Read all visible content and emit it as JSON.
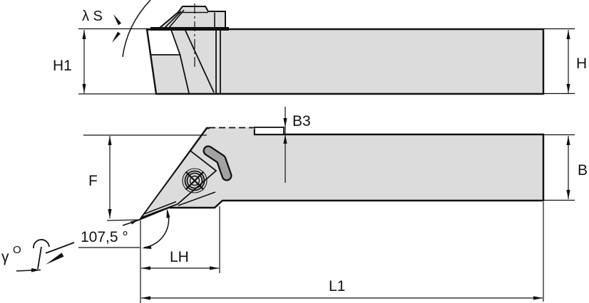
{
  "drawing": {
    "type": "technical-drawing-toolholder",
    "views": {
      "top_view": "shank and clamp seen from above",
      "front_view": "shank with V-insert, clamp and screw seen from side"
    },
    "dimensions": {
      "lambda_s": "λ S",
      "h1": "H1",
      "h": "H",
      "b3": "B3",
      "f": "F",
      "b": "B",
      "gamma_o": {
        "symbol": "γ",
        "superscript": "O"
      },
      "point_angle": "107,5 °",
      "lh": "LH",
      "l1": "L1"
    },
    "colors": {
      "body_fill": "#dcdcdc",
      "shim_fill": "#ffffff",
      "clamp_fill": "#a2a2a2",
      "line": "#111111",
      "background": "#ffffff"
    }
  }
}
